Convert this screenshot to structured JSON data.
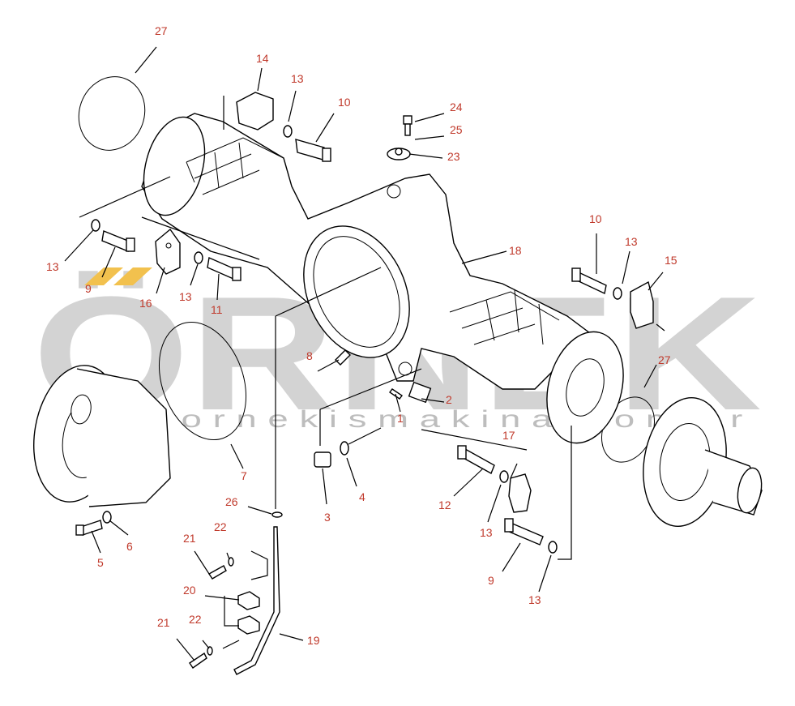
{
  "watermark": {
    "brand": "ÖRNEK",
    "url": "www.ornekismakina.com.tr",
    "colors": {
      "gray": "#d3d3d3",
      "accent": "#f2c14e"
    }
  },
  "callouts": [
    {
      "id": "c27a",
      "text": "27"
    },
    {
      "id": "c14",
      "text": "14"
    },
    {
      "id": "c13a",
      "text": "13"
    },
    {
      "id": "c10a",
      "text": "10"
    },
    {
      "id": "c24",
      "text": "24"
    },
    {
      "id": "c25",
      "text": "25"
    },
    {
      "id": "c23",
      "text": "23"
    },
    {
      "id": "c13b",
      "text": "13"
    },
    {
      "id": "c9a",
      "text": "9"
    },
    {
      "id": "c16",
      "text": "16"
    },
    {
      "id": "c13c",
      "text": "13"
    },
    {
      "id": "c11",
      "text": "11"
    },
    {
      "id": "c18",
      "text": "18"
    },
    {
      "id": "c10b",
      "text": "10"
    },
    {
      "id": "c13d",
      "text": "13"
    },
    {
      "id": "c15",
      "text": "15"
    },
    {
      "id": "c27b",
      "text": "27"
    },
    {
      "id": "c8",
      "text": "8"
    },
    {
      "id": "c2",
      "text": "2"
    },
    {
      "id": "c1",
      "text": "1"
    },
    {
      "id": "c7",
      "text": "7"
    },
    {
      "id": "c17",
      "text": "17"
    },
    {
      "id": "c4",
      "text": "4"
    },
    {
      "id": "c3",
      "text": "3"
    },
    {
      "id": "c12",
      "text": "12"
    },
    {
      "id": "c13e",
      "text": "13"
    },
    {
      "id": "c26",
      "text": "26"
    },
    {
      "id": "c22a",
      "text": "22"
    },
    {
      "id": "c21a",
      "text": "21"
    },
    {
      "id": "c6",
      "text": "6"
    },
    {
      "id": "c5",
      "text": "5"
    },
    {
      "id": "c20",
      "text": "20"
    },
    {
      "id": "c9b",
      "text": "9"
    },
    {
      "id": "c13f",
      "text": "13"
    },
    {
      "id": "c21b",
      "text": "21"
    },
    {
      "id": "c22b",
      "text": "22"
    },
    {
      "id": "c19",
      "text": "19"
    }
  ]
}
